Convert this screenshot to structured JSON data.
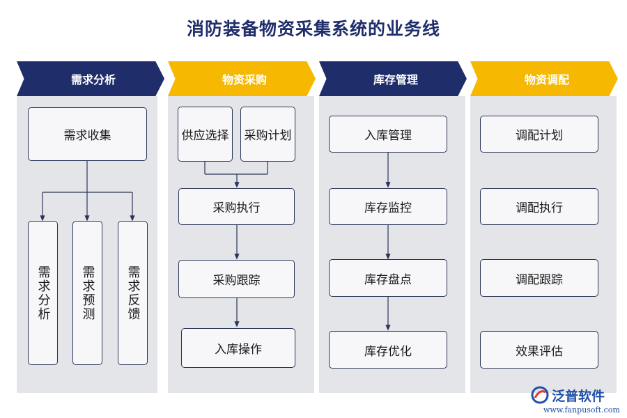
{
  "title": "消防装备物资采集系统的业务线",
  "columns": [
    {
      "header": "需求分析",
      "color": "#1f2d6b"
    },
    {
      "header": "物资采购",
      "color": "#f6b800"
    },
    {
      "header": "库存管理",
      "color": "#1f2d6b"
    },
    {
      "header": "物资调配",
      "color": "#f6b800"
    }
  ],
  "col1": {
    "top": "需求收集",
    "children": [
      "需求分析",
      "需求预测",
      "需求反馈"
    ]
  },
  "col2": {
    "top_left": "供应选择",
    "top_right": "采购计划",
    "steps": [
      "采购执行",
      "采购跟踪",
      "入库操作"
    ]
  },
  "col3": {
    "steps": [
      "入库管理",
      "库存监控",
      "库存盘点",
      "库存优化"
    ]
  },
  "col4": {
    "steps": [
      "调配计划",
      "调配执行",
      "调配跟踪",
      "效果评估"
    ]
  },
  "logo": {
    "name": "泛普软件",
    "url": "www.fanpusoft.com",
    "icon": "fanpu-logo-icon"
  }
}
